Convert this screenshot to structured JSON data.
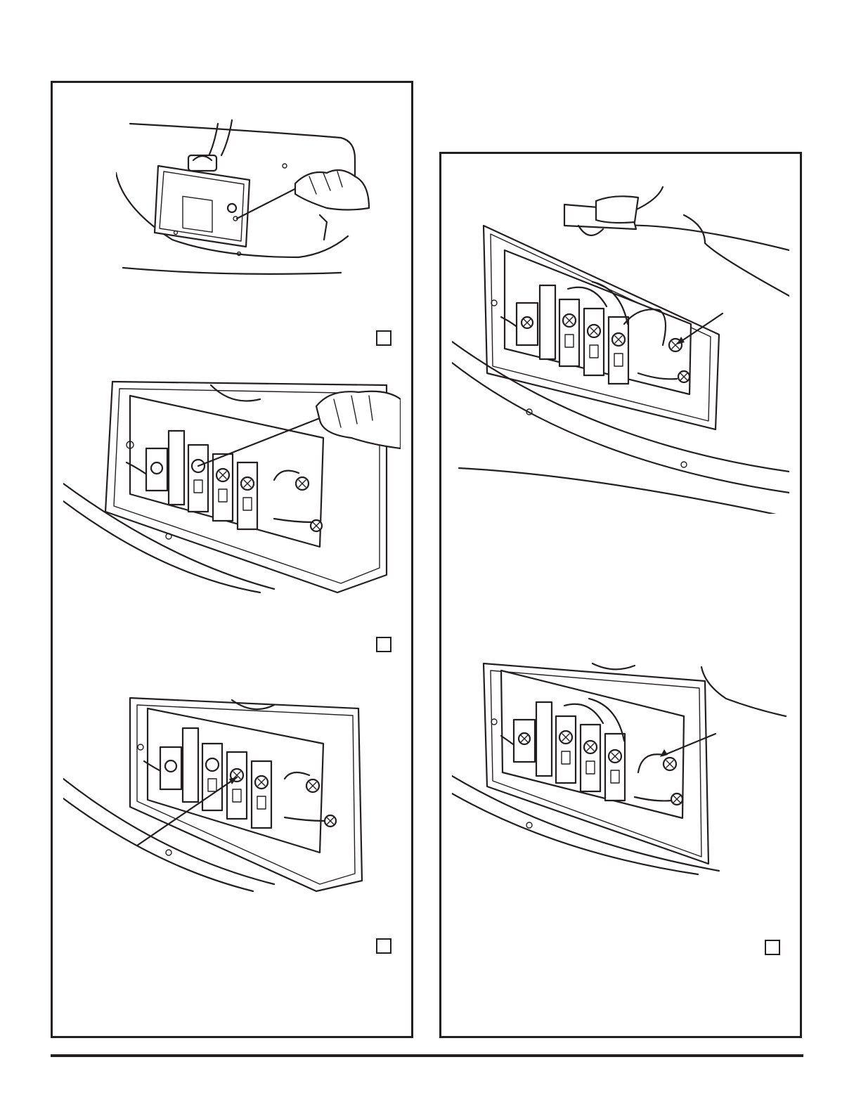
{
  "page": {
    "panels": [
      {
        "id": "left",
        "steps": [
          {
            "id": "step-1",
            "illustration": "remove-terminal-cover-screw",
            "checkbox_checked": false
          },
          {
            "id": "step-2",
            "illustration": "loosen-terminal-screws",
            "checkbox_checked": false
          },
          {
            "id": "step-3",
            "illustration": "center-terminal-callout",
            "checkbox_checked": false
          }
        ]
      },
      {
        "id": "right",
        "steps": [
          {
            "id": "step-4",
            "illustration": "ground-screw-callout-wired",
            "checkbox_checked": false
          },
          {
            "id": "step-5",
            "illustration": "ground-strap-callout",
            "checkbox_checked": false
          }
        ]
      }
    ],
    "colors": {
      "ink": "#231f20",
      "paper": "#ffffff"
    }
  }
}
